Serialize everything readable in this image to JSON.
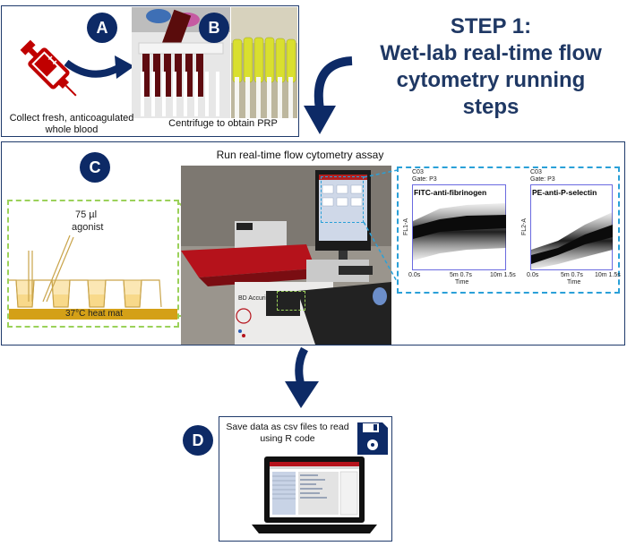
{
  "title": {
    "line1": "STEP 1:",
    "line2": "Wet-lab real-time flow",
    "line3": "cytometry running",
    "line4": "steps"
  },
  "panels": {
    "a": {
      "badge": "A",
      "caption_line1": "Collect fresh, anticoagulated",
      "caption_line2": "whole blood"
    },
    "b": {
      "badge": "B",
      "caption": "Centrifuge to obtain PRP"
    },
    "c": {
      "badge": "C",
      "title": "Run real-time flow cytometry assay",
      "volume": "75 µl",
      "agonist": "agonist",
      "heat_mat": "37°C heat mat"
    },
    "d": {
      "badge": "D",
      "caption_line1": "Save data as csv files to read",
      "caption_line2": "using R code"
    }
  },
  "plots": [
    {
      "header1": "C03",
      "header2": "Gate: P3",
      "title": "FITC-anti-fibrinogen",
      "ylabel": "FL1-A",
      "xlabel": "Time",
      "ticks": [
        "0.0s",
        "5m 0.7s",
        "10m 1.5s"
      ]
    },
    {
      "header1": "C03",
      "header2": "Gate: P3",
      "title": "PE-anti-P-selectin",
      "ylabel": "FL2-A",
      "xlabel": "Time",
      "ticks": [
        "0.0s",
        "5m 0.7s",
        "10m 1.5s"
      ]
    }
  ],
  "colors": {
    "navy": "#0d2a66",
    "title_blue": "#1f3864",
    "green_dash": "#9bd15a",
    "blue_dash": "#2aa0d8",
    "syringe_red": "#c00000",
    "heat_mat": "#d4a017",
    "cytometer_red": "#b5121b"
  },
  "icons": [
    "syringe-icon",
    "floppy-disk-icon",
    "laptop-icon",
    "pipette-icon"
  ]
}
